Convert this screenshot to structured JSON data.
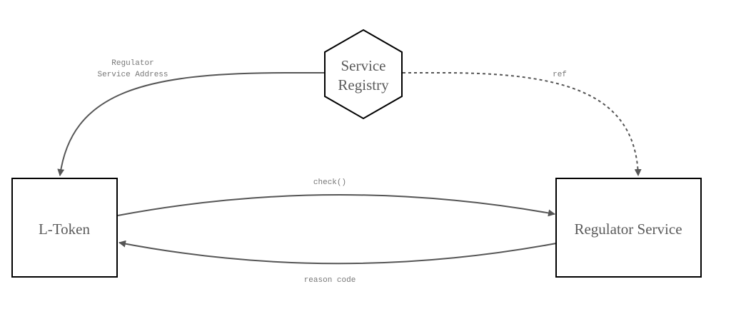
{
  "nodes": {
    "service_registry": {
      "label_line1": "Service",
      "label_line2": "Registry"
    },
    "l_token": {
      "label": "L-Token"
    },
    "regulator_service": {
      "label": "Regulator Service"
    }
  },
  "edges": {
    "registry_to_ltoken": {
      "label_line1": "Regulator",
      "label_line2": "Service Address"
    },
    "registry_to_regulator": {
      "label": "ref",
      "style": "dashed"
    },
    "ltoken_to_regulator": {
      "label": "check()"
    },
    "regulator_to_ltoken": {
      "label": "reason code"
    }
  },
  "colors": {
    "node_border": "#000000",
    "edge_stroke": "#555555",
    "node_text": "#5a5a5a",
    "edge_text": "#777777"
  }
}
